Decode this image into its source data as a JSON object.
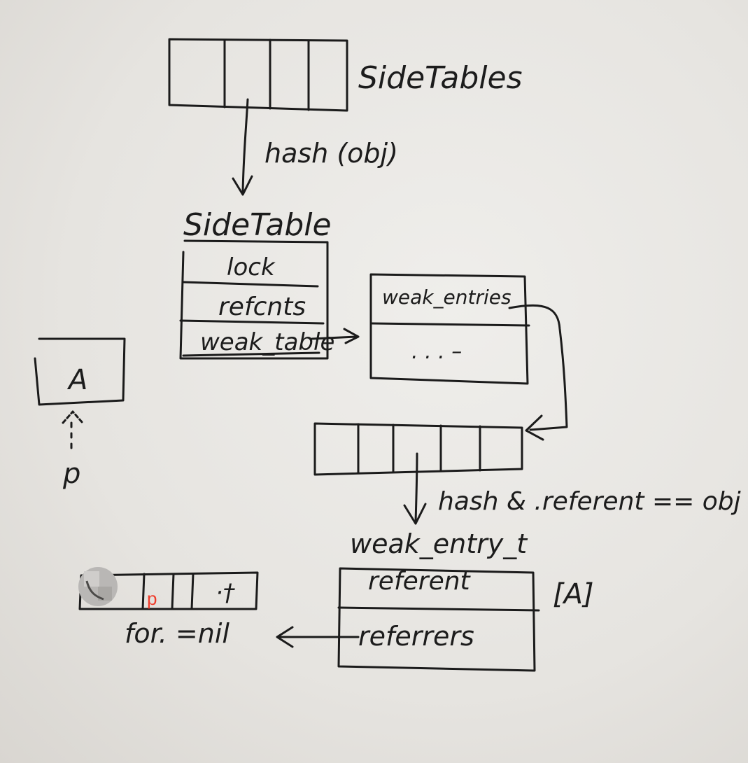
{
  "labels": {
    "sidetables": "SideTables",
    "hash_obj": "hash (obj)",
    "sidetable": "SideTable",
    "lock": "lock",
    "refcnts": "refcnts",
    "weak_table": "weak_table",
    "weak_entries": "weak_entries",
    "ellipsis": ". . . –",
    "hash_referent": "hash & .referent == obj",
    "weak_entry_t": "weak_entry_t",
    "referent": "referent",
    "referrers": "referrers",
    "referent_value": "[A]",
    "object_a": "A",
    "pointer_p": "p",
    "pointer_p_red": "p",
    "for_nil": "for. =nil",
    "array_tail": "·†"
  },
  "colors": {
    "ink": "#1b1b1b",
    "paper": "#e9e7e3",
    "red_mark": "#ef3b2a"
  }
}
